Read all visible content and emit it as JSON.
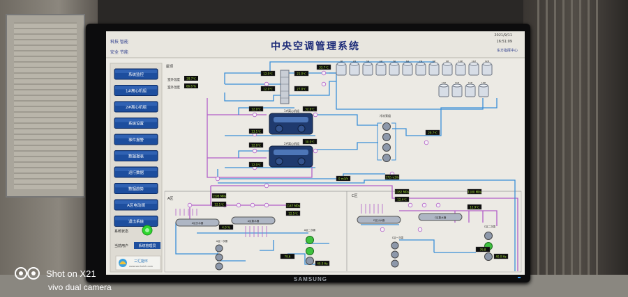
{
  "header": {
    "corner_line1": "科技 智能",
    "corner_line2": "安全 节能",
    "title": "中央空调管理系统",
    "date": "2021/9/11",
    "time": "16:51:09",
    "company": "东方指挥中心"
  },
  "nav": {
    "items": [
      "系统监控",
      "1#离心机组",
      "2#离心机组",
      "系统设置",
      "事件报警",
      "数据报表",
      "运行数据",
      "数据趋势",
      "A区电动阀",
      "退出系统"
    ],
    "status_label": "系统状态",
    "current_user_label": "当前用户",
    "current_user_value": "系统管理员",
    "logo_text": "三汇能环",
    "logo_sub": "www.sanhuinh.com"
  },
  "sections": {
    "top": "屋顶",
    "a_zone": "A区",
    "c_zone": "C区"
  },
  "outdoor": {
    "temp_label": "室外温度",
    "temp": "28.7℃",
    "hum_label": "室外湿度",
    "hum": "66.6 %"
  },
  "readings": {
    "r1": "12.0℃",
    "r2": "21.0℃",
    "r3": "33.7℃",
    "r4": "12.0℃",
    "r5": "27.0℃",
    "r6": "12.0℃",
    "r7": "32.0℃",
    "r8": "13.1℃",
    "r9": "12.0℃",
    "r10": "30.0℃",
    "r11": "12.0℃",
    "r12": "29.7℃",
    "r13": "0 m3/h",
    "r14": "372 m3/h",
    "a1": "1198 MPa",
    "a2": "12.1℃",
    "a3": "1147 MPa",
    "a4": "12.5℃",
    "a5": "4.0 %",
    "a6": "79.6",
    "a7": "40.0 Hz",
    "c1": "1182 MPa",
    "c2": "12.4℃",
    "c3": "1180 MPa",
    "c4": "12.9℃",
    "c5": "76.8",
    "c6": "40.0 Hz"
  },
  "equipment": {
    "tower_labels": [
      "1#",
      "2#",
      "3#",
      "4#",
      "5#",
      "6#",
      "7#",
      "8#",
      "9#",
      "10#",
      "11#",
      "12#"
    ],
    "tower_labels_row2": [
      "13#",
      "14#",
      "15#",
      "16#"
    ],
    "chiller1": "1#离心机组",
    "chiller2": "2#离心机组",
    "pumpgroup": "冷冻泵组",
    "a_tank1": "A区分水器",
    "a_tank2": "A区集水器",
    "c_tank1": "C区分水器",
    "c_tank2": "C区集水器",
    "a_pumps1": "A区一次泵",
    "a_pumps2": "A区二次泵",
    "c_pumps1": "C区一次泵",
    "c_pumps2": "C区二次泵"
  },
  "bezel": {
    "brand": "SAMSUNG"
  },
  "watermark": {
    "line1": "Shot on X21",
    "line2": "vivo dual camera"
  },
  "colors": {
    "pipe_blue": "#3a8fd8",
    "pipe_purple": "#b25ec8",
    "screen_bg": "#eceae4",
    "nav_blue": "#1d4e9e",
    "value_green": "#a6e23a"
  }
}
